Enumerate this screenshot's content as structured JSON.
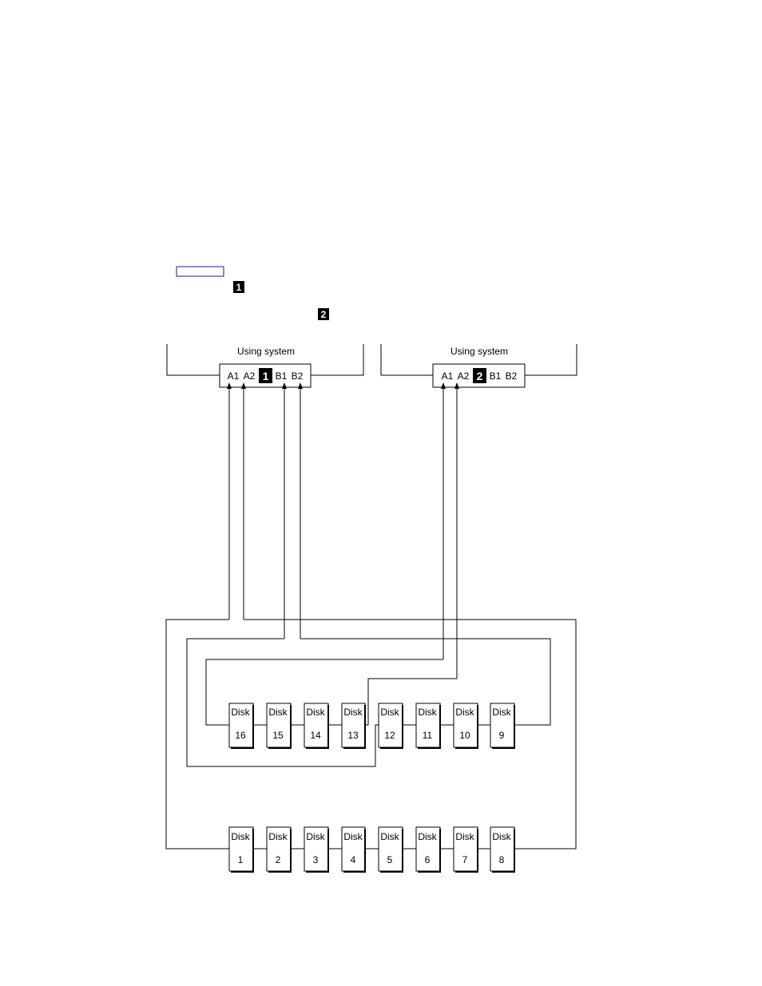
{
  "top": {
    "link_box": "",
    "callout_1": "1",
    "callout_2": "2"
  },
  "systems": [
    {
      "title": "Using system",
      "ports": [
        "A1",
        "A2",
        "B1",
        "B2"
      ],
      "callout": "1"
    },
    {
      "title": "Using system",
      "ports": [
        "A1",
        "A2",
        "B1",
        "B2"
      ],
      "callout": "2"
    }
  ],
  "disks_upper": [
    {
      "label": "Disk",
      "number": "16"
    },
    {
      "label": "Disk",
      "number": "15"
    },
    {
      "label": "Disk",
      "number": "14"
    },
    {
      "label": "Disk",
      "number": "13"
    },
    {
      "label": "Disk",
      "number": "12"
    },
    {
      "label": "Disk",
      "number": "11"
    },
    {
      "label": "Disk",
      "number": "10"
    },
    {
      "label": "Disk",
      "number": "9"
    }
  ],
  "disks_lower": [
    {
      "label": "Disk",
      "number": "1"
    },
    {
      "label": "Disk",
      "number": "2"
    },
    {
      "label": "Disk",
      "number": "3"
    },
    {
      "label": "Disk",
      "number": "4"
    },
    {
      "label": "Disk",
      "number": "5"
    },
    {
      "label": "Disk",
      "number": "6"
    },
    {
      "label": "Disk",
      "number": "7"
    },
    {
      "label": "Disk",
      "number": "8"
    }
  ],
  "colors": {
    "line": "#000000",
    "link": "#1a1aa6",
    "callout_bg": "#000000",
    "callout_fg": "#ffffff"
  }
}
